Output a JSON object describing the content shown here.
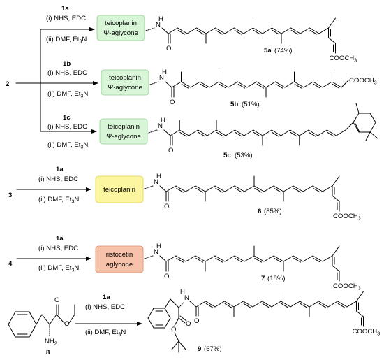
{
  "start_2": "2",
  "start_3": "3",
  "start_4": "4",
  "start_8": "8",
  "rxn_1a": "1a",
  "rxn_1b": "1b",
  "rxn_1c": "1c",
  "reagent_i": "(i) NHS, EDC",
  "reagent_ii_pre": "(ii) DMF, Et",
  "reagent_ii_sub": "3",
  "reagent_ii_post": "N",
  "box_teico": "teicoplanin",
  "box_psi": "Ψ-aglycone",
  "box_risto1": "ristocetin",
  "box_risto2": "aglycone",
  "nh": "N",
  "nh_h": "H",
  "o_atom": "O",
  "ester": "COOCH",
  "ester_sub": "3",
  "nh2_pre": "NH",
  "nh2_sub": "2",
  "prod_5a": "5a",
  "yield_5a": "(74%)",
  "prod_5b": "5b",
  "yield_5b": "(51%)",
  "prod_5c": "5c",
  "yield_5c": "(53%)",
  "prod_6": "6",
  "yield_6": "(85%)",
  "prod_7": "7",
  "yield_7": "(18%)",
  "prod_9": "9",
  "yield_9": "(67%)",
  "colors": {
    "green_fill": "#d8f5d8",
    "green_stroke": "#8fd08f",
    "yellow_fill": "#fcf6a0",
    "yellow_stroke": "#e0cf50",
    "orange_fill": "#f7c2aa",
    "orange_stroke": "#e08a66"
  }
}
